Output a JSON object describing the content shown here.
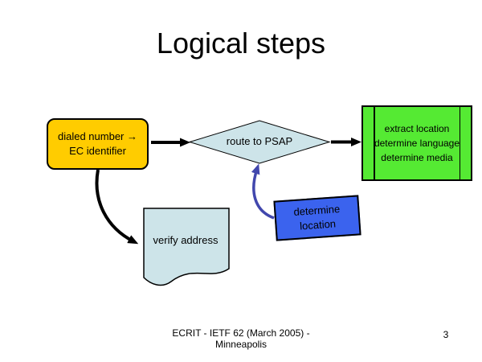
{
  "slide": {
    "title": "Logical steps",
    "footer_line1": "ECRIT - IETF 62 (March 2005) -",
    "footer_line2": "Minneapolis",
    "page_number": "3"
  },
  "colors": {
    "background": "#FFFFFF",
    "text": "#000000",
    "yellow_fill": "#FFCC00",
    "pale_blue_fill": "#CDE4E9",
    "green_fill": "#55EA33",
    "blue_fill": "#3B63EE",
    "black_connector": "#000000",
    "blue_connector": "#4147AD",
    "outline": "#000000"
  },
  "diagram": {
    "nodes": {
      "dialed_number": {
        "shape": "rounded-rectangle",
        "line1": "dialed number →",
        "line2": "EC identifier"
      },
      "route_to_psap": {
        "shape": "decision-diamond",
        "label": "route to PSAP"
      },
      "extract_location": {
        "shape": "predefined-process",
        "line1": "extract location",
        "line2": "determine language",
        "line3": "determine media"
      },
      "determine_location": {
        "shape": "tilted-rectangle",
        "line1": "determine",
        "line2": "location"
      },
      "verify_address": {
        "shape": "document",
        "label": "verify address"
      }
    },
    "connectors": [
      {
        "from": "dialed_number",
        "to": "route_to_psap",
        "style": "straight-black-arrow"
      },
      {
        "from": "route_to_psap",
        "to": "extract_location",
        "style": "straight-black-arrow"
      },
      {
        "from": "dialed_number",
        "to": "verify_address",
        "style": "curved-black-arrow"
      },
      {
        "from": "determine_location",
        "to": "route_to_psap",
        "style": "curved-blue-arrow"
      }
    ]
  }
}
